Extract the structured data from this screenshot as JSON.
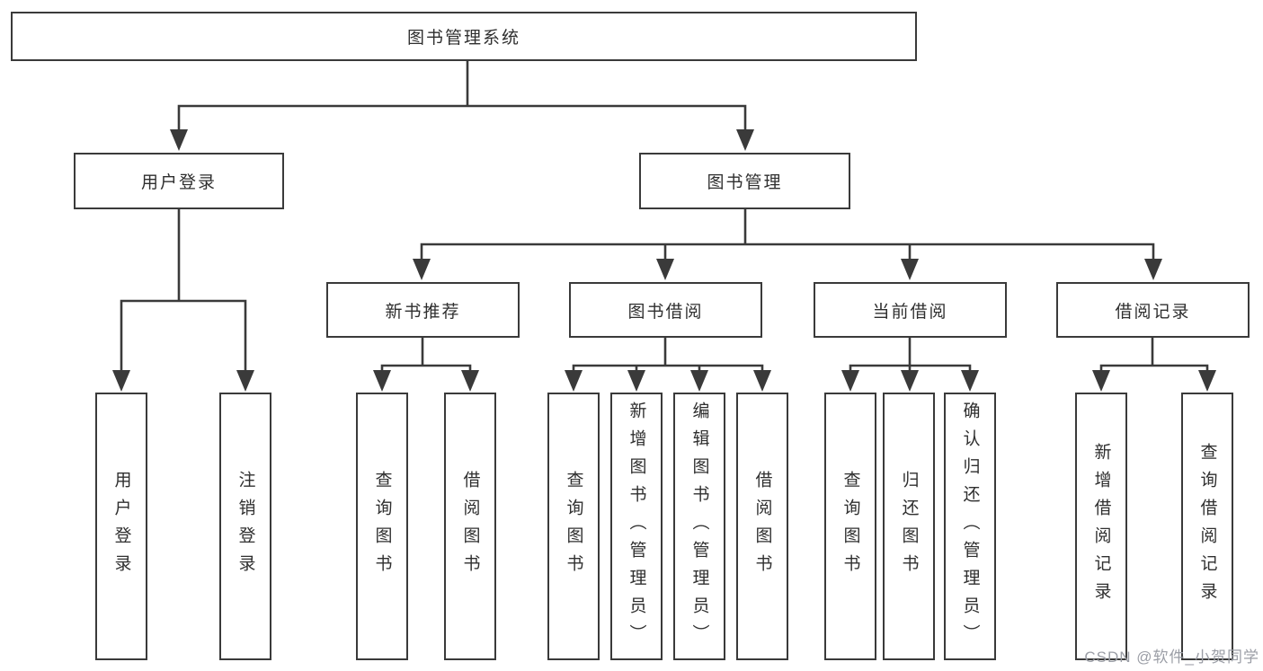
{
  "nodes": {
    "root": "图书管理系统",
    "level1": [
      "用户登录",
      "图书管理"
    ],
    "level2": [
      "新书推荐",
      "图书借阅",
      "当前借阅",
      "借阅记录"
    ],
    "leaves": [
      [
        "用户登录",
        "注销登录"
      ],
      [
        "查询图书",
        "借阅图书"
      ],
      [
        "查询图书",
        "新增图书（管理员）",
        "编辑图书（管理员）",
        "借阅图书"
      ],
      [
        "查询图书",
        "归还图书",
        "确认归还（管理员）"
      ],
      [
        "新增借阅记录",
        "查询借阅记录"
      ]
    ]
  },
  "watermark": "CSDN @软件_小贺同学",
  "colors": {
    "line": "#3a3a3a",
    "text": "#2f2f2f",
    "box_background": "#ffffff",
    "page_background": "#ffffff",
    "watermark": "#9b9ea6"
  }
}
